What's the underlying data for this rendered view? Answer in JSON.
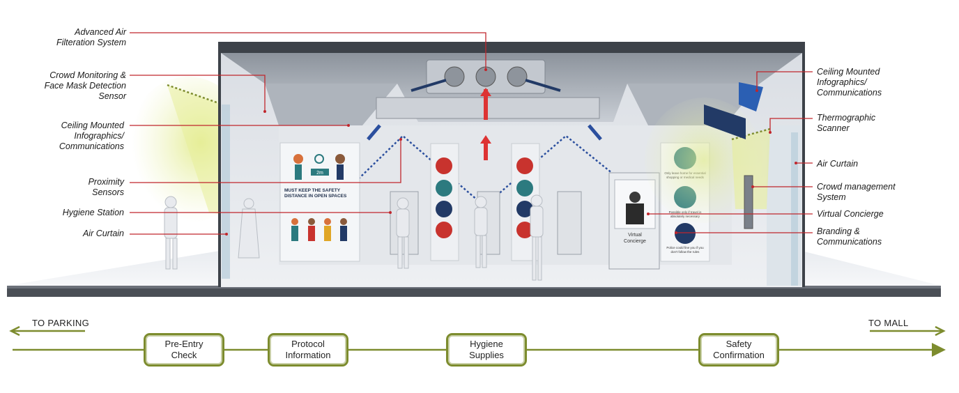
{
  "labels_left": [
    {
      "id": "advanced-air-filtration",
      "text": "Advanced Air\nFilteration System"
    },
    {
      "id": "crowd-monitoring",
      "text": "Crowd Monitoring &\nFace Mask Detection\nSensor"
    },
    {
      "id": "ceiling-infographics-left",
      "text": "Ceiling Mounted\nInfographics/\nCommunications"
    },
    {
      "id": "proximity-sensors",
      "text": "Proximity\nSensors"
    },
    {
      "id": "hygiene-station",
      "text": "Hygiene Station"
    },
    {
      "id": "air-curtain-left",
      "text": "Air Curtain"
    }
  ],
  "labels_right": [
    {
      "id": "ceiling-infographics-right",
      "text": "Ceiling Mounted\nInfographics/\nCommunications"
    },
    {
      "id": "thermographic-scanner",
      "text": "Thermographic\nScanner"
    },
    {
      "id": "air-curtain-right",
      "text": "Air Curtain"
    },
    {
      "id": "crowd-management",
      "text": "Crowd management\nSystem"
    },
    {
      "id": "virtual-concierge",
      "text": "Virtual Concierge"
    },
    {
      "id": "branding",
      "text": "Branding &\nCommunications"
    }
  ],
  "panels": {
    "safety_text": "MUST KEEP THE SAFETY DISTANCE IN OPEN SPACES",
    "distance": "2m",
    "kiosk_label": "Virtual\nConcierge",
    "right_panel_line1": "Only leave home for essential shopping or medical needs",
    "right_panel_line2": "Possible only if travel is absolutely necessary",
    "right_panel_line3": "Police could fine you if you don't follow the rules"
  },
  "flow": {
    "left_direction": "TO PARKING",
    "right_direction": "TO MALL",
    "stages": [
      "Pre-Entry\nCheck",
      "Protocol\nInformation",
      "Hygiene\nSupplies",
      "Safety\nConfirmation"
    ]
  },
  "colors": {
    "callout_line": "#c0262c",
    "flow_line": "#7d8c2e",
    "sensor_beam": "#2b4f9e",
    "scanner_glow": "#e7ef9a",
    "accent_red": "#c8332e",
    "accent_teal": "#2c7a7f",
    "accent_navy": "#223a66"
  }
}
